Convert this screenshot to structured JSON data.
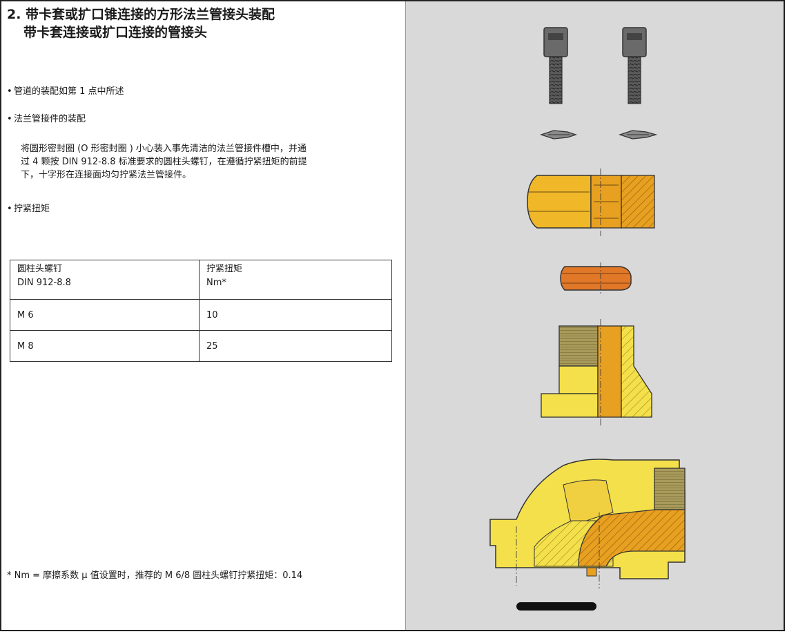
{
  "title": {
    "line1": "2. 带卡套或扩口锥连接的方形法兰管接头装配",
    "line2": "带卡套连接或扩口连接的管接头"
  },
  "bullets": {
    "b1": "管道的装配如第 1 点中所述",
    "b2": "法兰管接件的装配",
    "b3": "拧紧扭矩"
  },
  "paragraph": {
    "line1": "将圆形密封圈 (O 形密封圈 ) 小心装入事先清洁的法兰管接件槽中，并通",
    "line2": "过 4 颗按 DIN 912-8.8 标准要求的圆柱头螺钉，在遵循拧紧扭矩的前提",
    "line3": "下，十字形在连接面均匀拧紧法兰管接件。"
  },
  "table": {
    "header": {
      "col1_line1": "圆柱头螺钉",
      "col1_line2": "DIN 912-8.8",
      "col2_line1": "拧紧扭矩",
      "col2_line2": "Nm*"
    },
    "rows": [
      {
        "screw": "M  6",
        "torque": "10"
      },
      {
        "screw": "M  8",
        "torque": "25"
      }
    ]
  },
  "footnote": "* Nm = 摩擦系数 μ 值设置时，推荐的 M 6/8 圆柱头螺钉拧紧扭矩：0.14",
  "colors": {
    "panel_bg": "#d9d9d9",
    "part_yellow": "#f4e04a",
    "part_orange": "#e8a020",
    "part_copper": "#e07828",
    "bolt_gray": "#5a5a5a",
    "thread_olive": "#a89a5a"
  },
  "illustration_parts": [
    "bolt-icon",
    "bolt-icon",
    "o-ring-icon",
    "o-ring-icon",
    "union-nut-icon",
    "cutting-ring-icon",
    "connector-body-icon",
    "flange-elbow-icon",
    "tube-icon"
  ]
}
